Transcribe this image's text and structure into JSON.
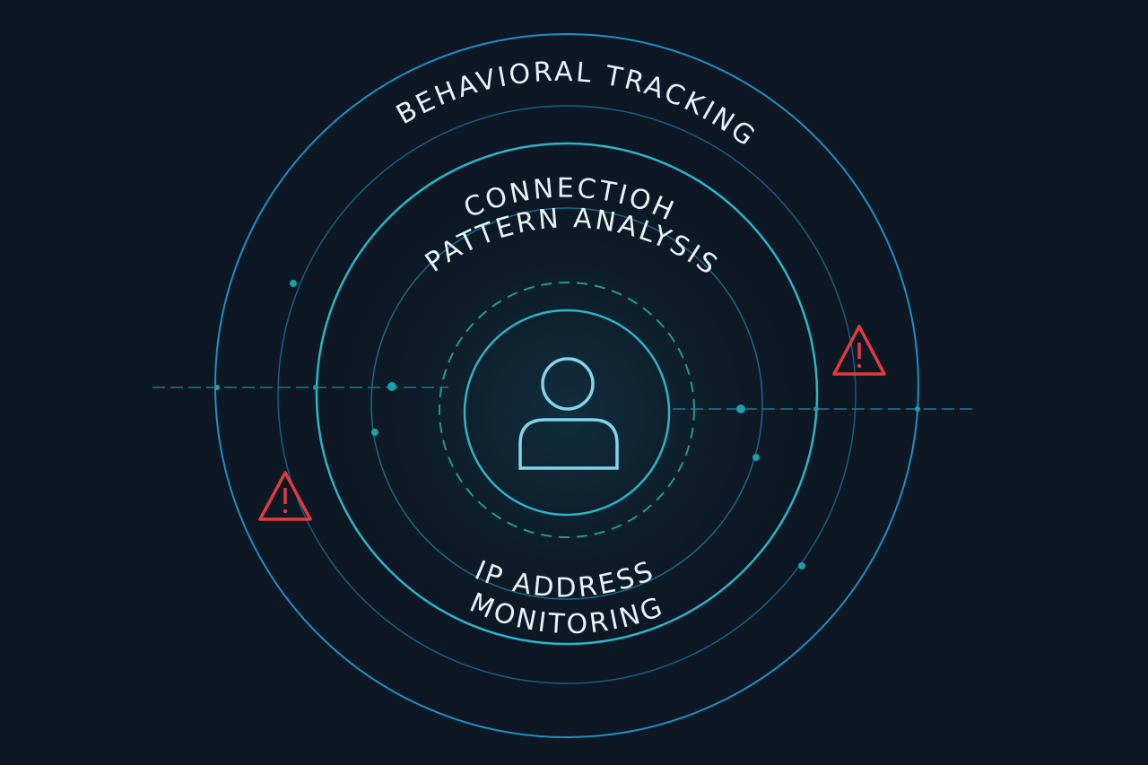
{
  "labels": {
    "outer": "BEHAVIORAL TRACKING",
    "middle_line1": "CONNECTIOH",
    "middle_line2": "PATTERN ANALYSIS",
    "inner_line1": "IP ADDRESS",
    "inner_line2": "MONITORING"
  },
  "colors": {
    "background": "#0d1824",
    "outer_ring": "#1f8fc4",
    "teal_ring": "#2bb5c9",
    "dashed_ring": "#1e9e86",
    "warning": "#e03a3e",
    "user_icon": "#7fd6ea"
  },
  "icons": [
    "user-icon",
    "warning-icon",
    "warning-icon"
  ]
}
